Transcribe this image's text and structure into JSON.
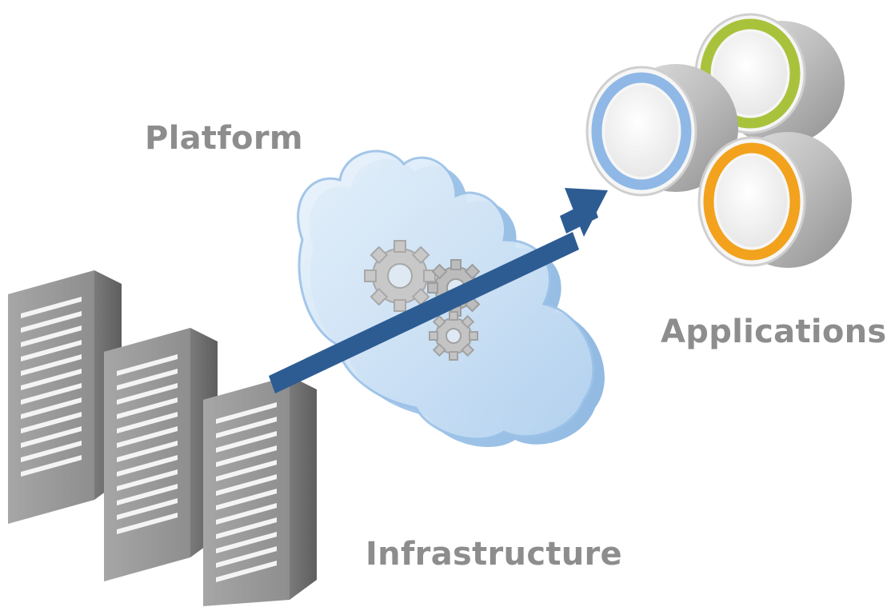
{
  "labels": {
    "platform": "Platform",
    "applications": "Applications",
    "infrastructure": "Infrastructure"
  },
  "colors": {
    "label_text": "#8d8d8d",
    "arrow": "#2d5c93",
    "ring_blue": "#8fb8e6",
    "ring_green": "#a9c23b",
    "ring_orange": "#f2a21c",
    "cloud": "#a9cdee",
    "server": "#8a8a8a"
  },
  "icons": [
    "server-rack-icon",
    "cloud-icon",
    "gear-icon",
    "arrow-icon",
    "app-disc-icon"
  ]
}
